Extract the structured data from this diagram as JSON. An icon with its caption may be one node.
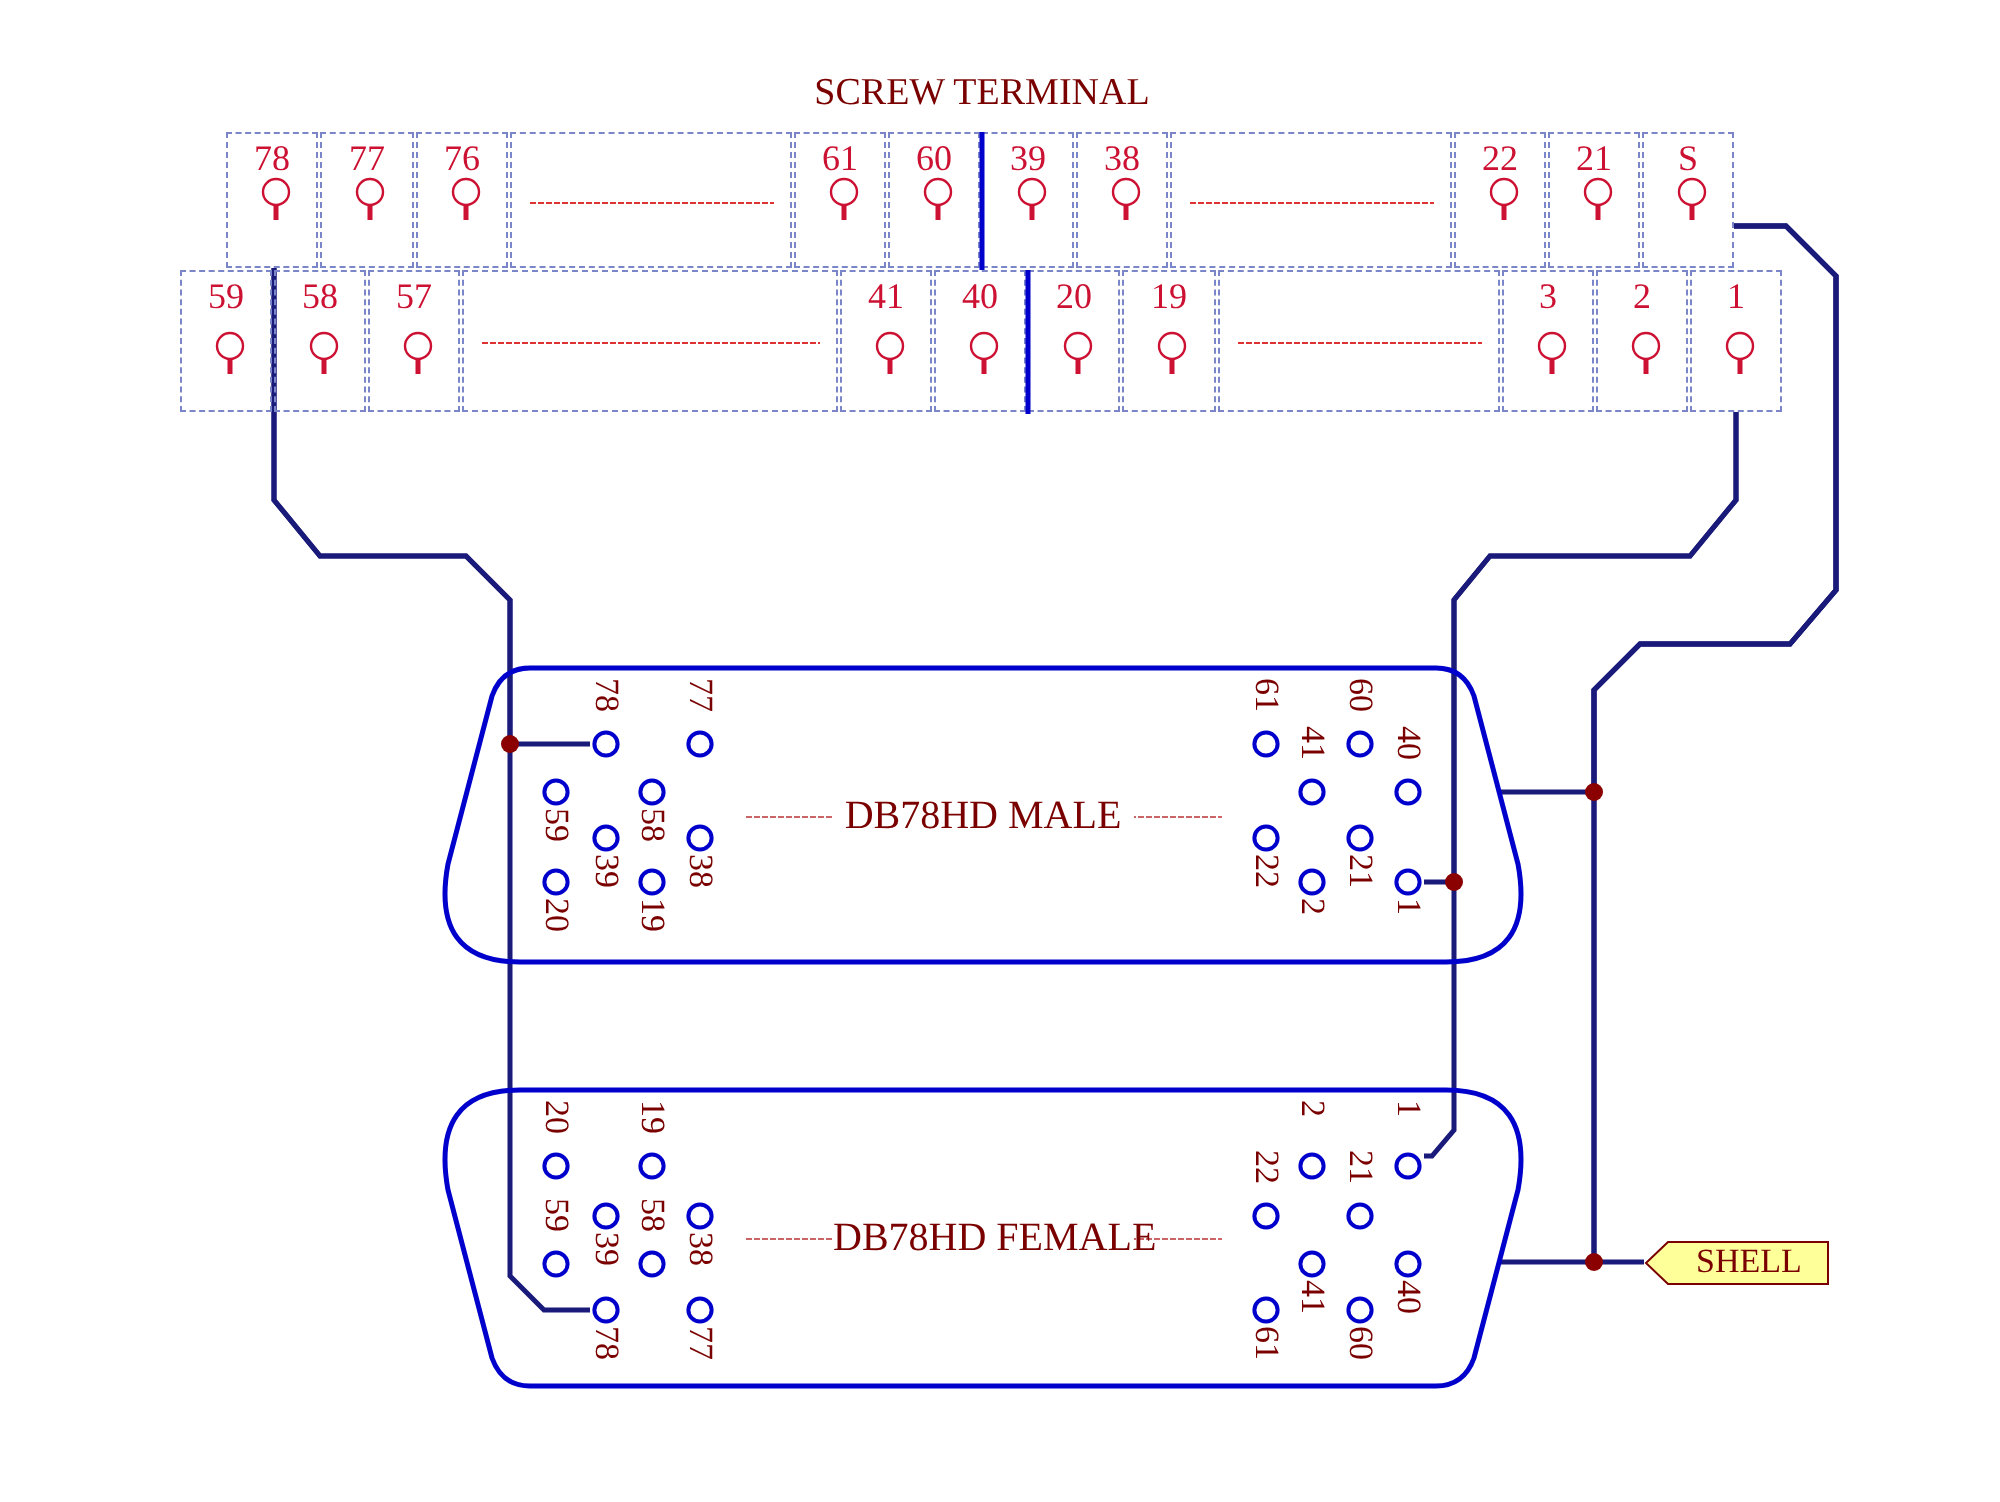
{
  "diagram": {
    "nodes": [
      {
        "text": [
          "SCREW TERMINAL"
        ]
      },
      {
        "text": [
          "78"
        ],
        "in": 0
      },
      {
        "text": [
          "77"
        ],
        "in": 0
      },
      {
        "text": [
          "76"
        ],
        "in": 0
      },
      {
        "text": [],
        "shape": "box",
        "in": 0
      },
      {
        "text": [
          "61"
        ],
        "in": 0
      },
      {
        "text": [
          "60"
        ],
        "in": 0
      },
      {
        "text": [
          "39"
        ],
        "in": 0
      },
      {
        "text": [
          "38"
        ],
        "in": 0
      },
      {
        "text": [],
        "shape": "box",
        "in": 0
      },
      {
        "text": [
          "22"
        ],
        "in": 0
      },
      {
        "text": [
          "21"
        ],
        "in": 0
      },
      {
        "text": [
          "S"
        ],
        "in": 0
      },
      {
        "text": [
          "59"
        ],
        "in": 0
      },
      {
        "text": [
          "58"
        ],
        "in": 0
      },
      {
        "text": [
          "57"
        ],
        "in": 0
      },
      {
        "text": [],
        "shape": "box",
        "in": 0
      },
      {
        "text": [
          "41"
        ],
        "in": 0
      },
      {
        "text": [
          "40"
        ],
        "in": 0
      },
      {
        "text": [
          "20"
        ],
        "in": 0
      },
      {
        "text": [
          "19"
        ],
        "in": 0
      },
      {
        "text": [],
        "shape": "box",
        "in": 0
      },
      {
        "text": [
          "3"
        ],
        "in": 0
      },
      {
        "text": [
          "2"
        ],
        "in": 0
      },
      {
        "text": [
          "1"
        ],
        "in": 0
      },
      {
        "text": [
          "DB78HD MALE"
        ]
      },
      {
        "text": [
          "78"
        ],
        "in": 25
      },
      {
        "text": [
          "77"
        ],
        "in": 25
      },
      {
        "text": [
          "59"
        ],
        "in": 25
      },
      {
        "text": [
          "58"
        ],
        "in": 25
      },
      {
        "text": [
          "39"
        ],
        "in": 25
      },
      {
        "text": [
          "38"
        ],
        "in": 25
      },
      {
        "text": [
          "20"
        ],
        "in": 25
      },
      {
        "text": [
          "19"
        ],
        "in": 25
      },
      {
        "text": [
          "61"
        ],
        "in": 25
      },
      {
        "text": [
          "60"
        ],
        "in": 25
      },
      {
        "text": [
          "41"
        ],
        "in": 25
      },
      {
        "text": [
          "40"
        ],
        "in": 25
      },
      {
        "text": [
          "22"
        ],
        "in": 25
      },
      {
        "text": [
          "21"
        ],
        "in": 25
      },
      {
        "text": [
          "2"
        ],
        "in": 25
      },
      {
        "text": [
          "1"
        ],
        "in": 25
      },
      {
        "text": [
          "DB78HD FEMALE"
        ]
      },
      {
        "text": [
          "20"
        ],
        "in": 42
      },
      {
        "text": [
          "19"
        ],
        "in": 42
      },
      {
        "text": [
          "39"
        ],
        "in": 42
      },
      {
        "text": [
          "38"
        ],
        "in": 42
      },
      {
        "text": [
          "59"
        ],
        "in": 42
      },
      {
        "text": [
          "58"
        ],
        "in": 42
      },
      {
        "text": [
          "78"
        ],
        "in": 42
      },
      {
        "text": [
          "77"
        ],
        "in": 42
      },
      {
        "text": [
          "2"
        ],
        "in": 42
      },
      {
        "text": [
          "1"
        ],
        "in": 42
      },
      {
        "text": [
          "22"
        ],
        "in": 42
      },
      {
        "text": [
          "21"
        ],
        "in": 42
      },
      {
        "text": [
          "41"
        ],
        "in": 42
      },
      {
        "text": [
          "40"
        ],
        "in": 42
      },
      {
        "text": [
          "61"
        ],
        "in": 42
      },
      {
        "text": [
          "60"
        ],
        "in": 42
      },
      {
        "text": [
          "SHELL"
        ]
      }
    ],
    "edges": [
      {
        "from": 1,
        "to": 26,
        "arrow": "none"
      },
      {
        "from": 1,
        "to": 49,
        "arrow": "none"
      },
      {
        "from": 24,
        "to": 41,
        "arrow": "none"
      },
      {
        "from": 24,
        "to": 52,
        "arrow": "none"
      },
      {
        "from": 12,
        "to": 25,
        "arrow": "none"
      },
      {
        "from": 12,
        "to": 42,
        "arrow": "none"
      },
      {
        "from": 12,
        "to": 59,
        "arrow": "none"
      }
    ]
  }
}
